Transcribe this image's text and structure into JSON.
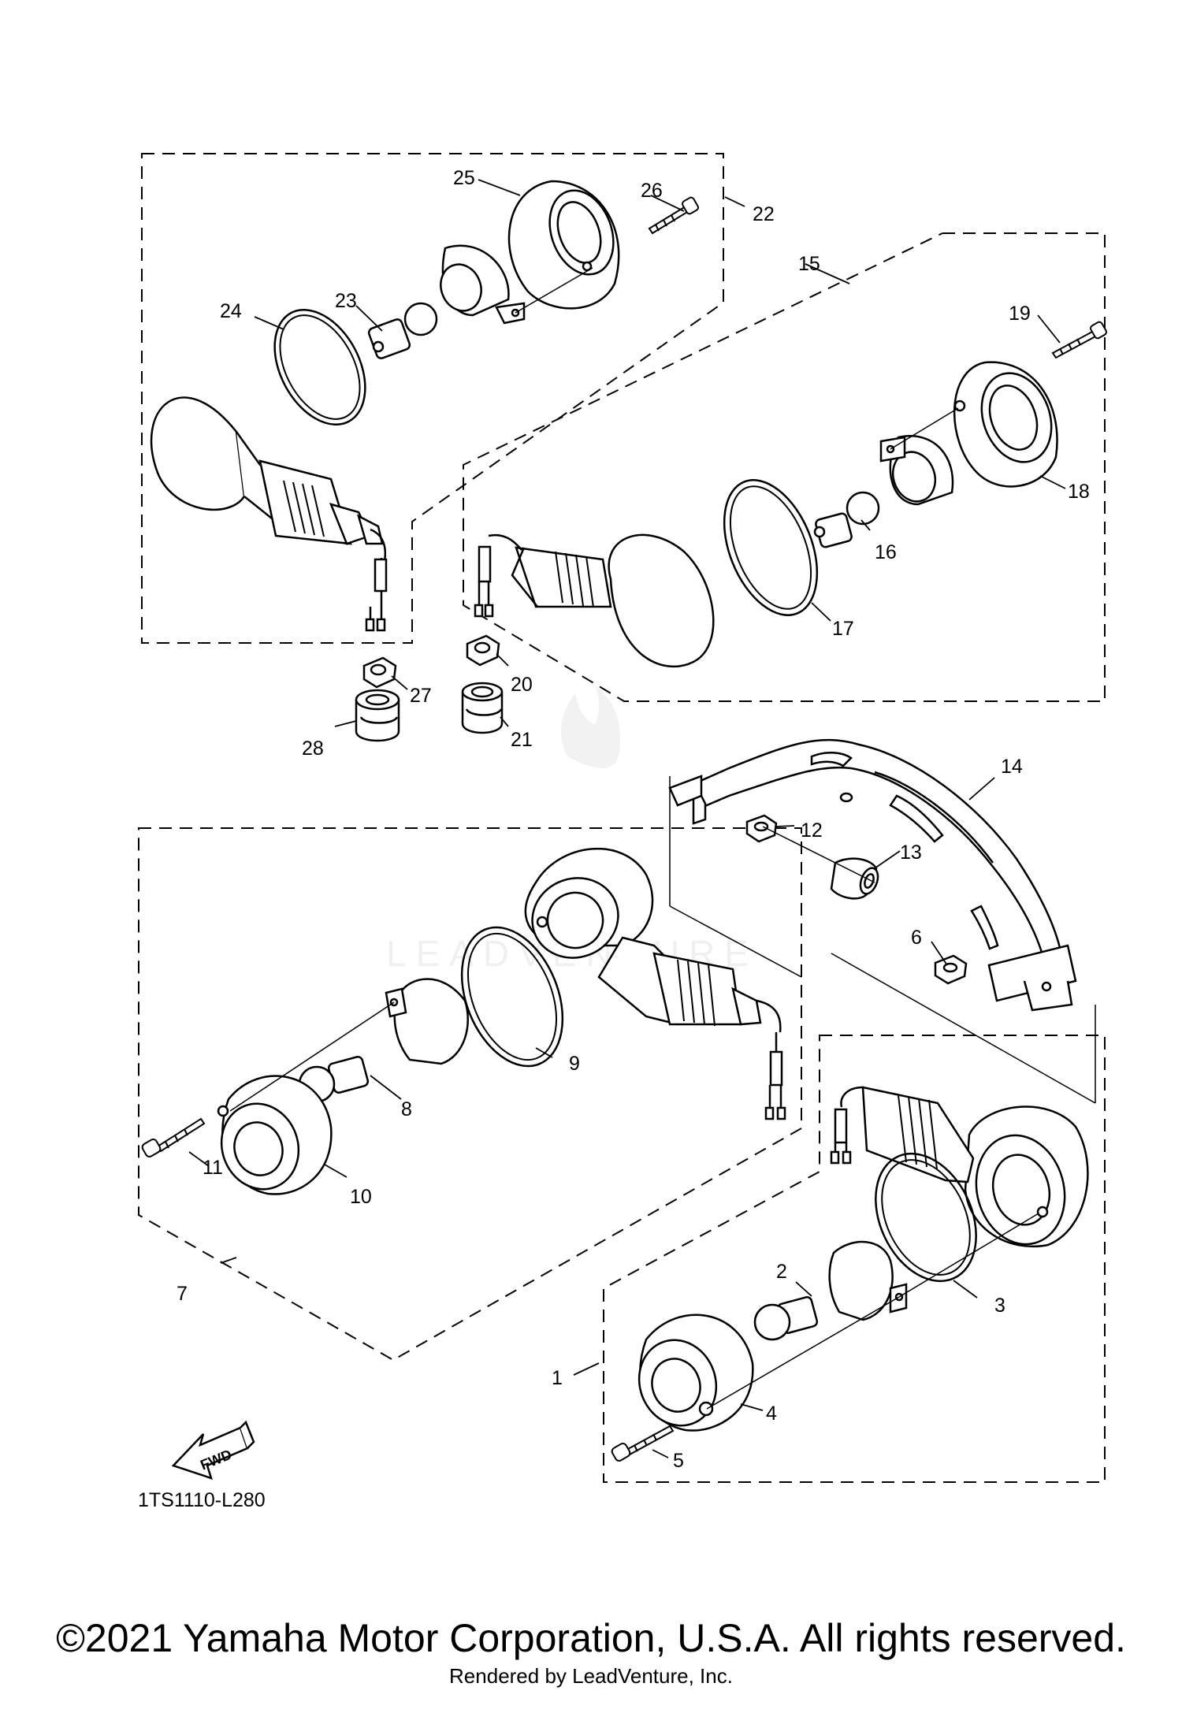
{
  "diagram": {
    "callouts": [
      "1",
      "2",
      "3",
      "4",
      "5",
      "6",
      "7",
      "8",
      "9",
      "10",
      "11",
      "12",
      "13",
      "14",
      "15",
      "16",
      "17",
      "18",
      "19",
      "20",
      "21",
      "22",
      "23",
      "24",
      "25",
      "26",
      "27",
      "28"
    ],
    "figure_code": "1TS1110-L280",
    "fwd_label": "FWD",
    "watermark": "LEADVENTURE"
  },
  "footer": {
    "copyright": "©2021 Yamaha Motor Corporation, U.S.A. All rights reserved.",
    "rendered_by": "Rendered by LeadVenture, Inc."
  }
}
